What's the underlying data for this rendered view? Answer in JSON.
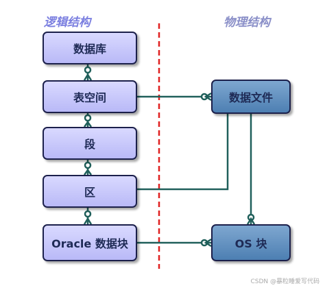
{
  "headers": {
    "logical": "逻辑结构",
    "physical": "物理结构"
  },
  "logical_nodes": [
    {
      "id": "database",
      "label": "数据库"
    },
    {
      "id": "tablespace",
      "label": "表空间"
    },
    {
      "id": "segment",
      "label": "段"
    },
    {
      "id": "extent",
      "label": "区"
    },
    {
      "id": "oracle_block",
      "label": "Oracle 数据块"
    }
  ],
  "physical_nodes": [
    {
      "id": "datafile",
      "label": "数据文件"
    },
    {
      "id": "os_block",
      "label": "OS 块"
    }
  ],
  "relations": [
    {
      "from": "database",
      "to": "tablespace",
      "notation": "one-to-many"
    },
    {
      "from": "tablespace",
      "to": "segment",
      "notation": "one-to-many"
    },
    {
      "from": "segment",
      "to": "extent",
      "notation": "one-to-many"
    },
    {
      "from": "extent",
      "to": "oracle_block",
      "notation": "one-to-many"
    },
    {
      "from": "tablespace",
      "to": "datafile",
      "notation": "one-to-many"
    },
    {
      "from": "extent",
      "to": "datafile",
      "notation": "plain"
    },
    {
      "from": "oracle_block",
      "to": "os_block",
      "notation": "one-to-many"
    },
    {
      "from": "datafile",
      "to": "os_block",
      "notation": "one-to-many"
    }
  ],
  "colors": {
    "logical_fill": "#c8c8fa",
    "physical_fill": "#5f8fc0",
    "connector": "#1f5f5a",
    "divider": "#e02020",
    "header": "#7b7fe0"
  },
  "watermark": "CSDN @暴粒睡爱写代码"
}
